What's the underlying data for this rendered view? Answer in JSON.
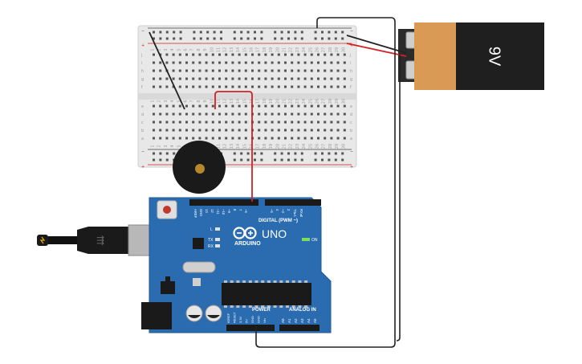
{
  "battery": {
    "label": "9V"
  },
  "arduino": {
    "logo_text": "ARDUINO",
    "model": "UNO",
    "on_label": "ON",
    "led_l": "L",
    "led_tx": "TX",
    "led_rx": "RX",
    "digital_label": "DIGITAL (PWM ~)",
    "power_label": "POWER",
    "analog_label": "ANALOG IN",
    "digital_pins": [
      "AREF",
      "GND",
      "13",
      "12",
      "~11",
      "~10",
      "~9",
      "8",
      "7",
      "~6",
      "~5",
      "4",
      "~3",
      "2",
      "TX▸1",
      "RX◂0"
    ],
    "power_pins": [
      "IOREF",
      "RESET",
      "3.3V",
      "5V",
      "GND",
      "GND",
      "Vin"
    ],
    "analog_pins": [
      "A0",
      "A1",
      "A2",
      "A3",
      "A4",
      "A5"
    ]
  },
  "breadboard": {
    "row_letters_top": [
      "j",
      "i",
      "h",
      "g",
      "f"
    ],
    "row_letters_bottom": [
      "e",
      "d",
      "c",
      "b",
      "a"
    ],
    "column_numbers": [
      "1",
      "2",
      "3",
      "4",
      "5",
      "6",
      "7",
      "8",
      "9",
      "10",
      "11",
      "12",
      "13",
      "14",
      "15",
      "16",
      "17",
      "18",
      "19",
      "20",
      "21",
      "22",
      "23",
      "24",
      "25",
      "26",
      "27",
      "28",
      "29",
      "30"
    ],
    "rail_minus": "−",
    "rail_plus": "+"
  },
  "colors": {
    "board_blue": "#2b6cb0",
    "battery_orange": "#d99a56",
    "wire_red": "#d32020",
    "wire_black": "#222222",
    "breadboard": "#e6e6e6",
    "buzzer": "#1a1a1a"
  }
}
